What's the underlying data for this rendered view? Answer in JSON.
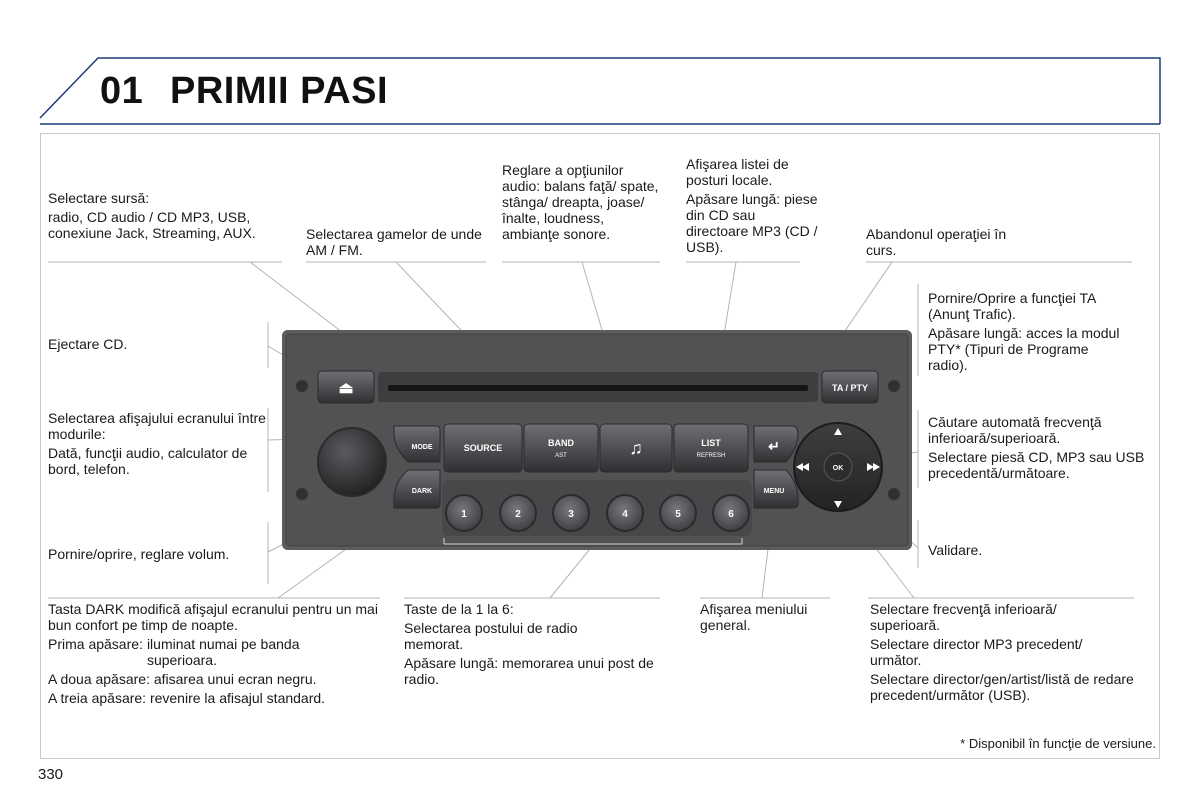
{
  "header": {
    "chapter_number": "01",
    "chapter_title": "PRIMII PASI"
  },
  "labels": {
    "source_intro": "Selectare sursă:",
    "source_body": "radio, CD audio / CD MP3, USB, conexiune Jack, Streaming, AUX.",
    "band": "Selectarea gamelor de unde AM / FM.",
    "audio": "Reglare a opţiunilor audio: balans faţă/ spate, stânga/ dreapta, joase/înalte, loudness, ambianţe sonore.",
    "list_1": "Afişarea listei de posturi locale.",
    "list_2": "Apăsare lungă: piese din CD sau directoare MP3 (CD / USB).",
    "abandon": "Abandonul operaţiei în curs.",
    "ta_1": "Pornire/Oprire a funcţiei TA (Anunţ Trafic).",
    "ta_2": "Apăsare lungă: acces la modul PTY* (Tipuri de Programe radio).",
    "eject": "Ejectare CD.",
    "mode_1": "Selectarea afişajului ecranului între modurile:",
    "mode_2": "Dată, funcţii audio, calculator de bord, telefon.",
    "seek_1": "Căutare automată frecvenţă inferioară/superioară.",
    "seek_2": "Selectare piesă CD, MP3 sau USB precedentă/următoare.",
    "power": "Pornire/oprire, reglare volum.",
    "validate": "Validare.",
    "dark_1": "Tasta DARK modifică afişajul ecranului pentru un mai bun confort pe timp de noapte.",
    "dark_first_label": "Prima apăsare:",
    "dark_first_value": "iluminat numai pe banda superioara.",
    "dark_second": "A doua apăsare: afisarea unui ecran negru.",
    "dark_third": "A treia apăsare: revenire la afisajul standard.",
    "keys_1": "Taste de la 1 la 6:",
    "keys_2": "Selectarea postului de radio memorat.",
    "keys_3": "Apăsare lungă: memorarea unui post de radio.",
    "menu": "Afişarea meniului general.",
    "freq_1": "Selectare frecvenţă inferioară/ superioară.",
    "freq_2": "Selectare director MP3 precedent/ următor.",
    "freq_3": "Selectare director/gen/artist/listă de redare precedent/următor (USB)."
  },
  "radio": {
    "eject_symbol": "⏏",
    "source": "SOURCE",
    "band": "BAND",
    "band_sub": "AST",
    "music_symbol": "♫",
    "list": "LIST",
    "list_sub": "REFRESH",
    "ta_pty": "TA / PTY",
    "mode": "MODE",
    "dark": "DARK",
    "menu": "MENU",
    "ok": "OK",
    "back_symbol": "↵",
    "presets": [
      "1",
      "2",
      "3",
      "4",
      "5",
      "6"
    ]
  },
  "footnote": "* Disponibil în funcţie de versiune.",
  "page_number": "330"
}
